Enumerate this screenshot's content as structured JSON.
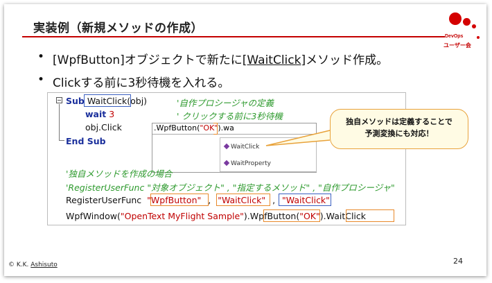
{
  "slide": {
    "title": "実装例（新規メソッドの作成）",
    "logo": {
      "line1": "DevOps",
      "line2": "ユーザー会"
    },
    "bullets": [
      {
        "pre": "[WpfButton]オブジェクトで新たに",
        "link": "[WaitClick]",
        "post": "メソッド作成。"
      },
      {
        "text": "Clickする前に3秒待機を入れる。"
      }
    ],
    "bullet_char": "•",
    "footer": {
      "copyright": "© K.K. ",
      "company": "Ashisuto"
    },
    "page_number": "24"
  },
  "code": {
    "sub_kw": "Sub",
    "sub_name": "WaitClick",
    "sub_args": "(obj)",
    "cm1": "'自作プロシージャの定義",
    "wait_kw": "wait",
    "wait_val": "3",
    "cm2": "' クリックする前に3秒待機",
    "objclick": "obj.Click",
    "end_sub": "End Sub",
    "popup_input_pre": ".WpfButton(",
    "popup_input_str": "\"OK\"",
    "popup_input_post": ").wa",
    "popup_items": [
      "WaitClick",
      "WaitProperty"
    ],
    "cm3": "'独自メソッドを作成の場合",
    "cm4": "'RegisterUserFunc \"対象オブジェクト\" , \"指定するメソッド\" , \"自作プロシージャ\"",
    "reg_kw": "RegisterUserFunc",
    "reg_a1": "\"WpfButton\"",
    "reg_a2": "\"WaitClick\"",
    "reg_a3": "\"WaitClick\"",
    "comma": ",",
    "wpf_pre": "WpfWindow(",
    "wpf_str1": "\"OpenText MyFlight Sample\"",
    "wpf_mid": ").WpfButton(",
    "wpf_str2": "\"OK\"",
    "wpf_post": ")",
    "wpf_method": ".WaitClick"
  },
  "callout": {
    "line1": "独自メソッドは定義することで",
    "line2": "予測変換にも対応！"
  },
  "colors": {
    "accent": "#c40000",
    "orange": "#e8892a",
    "blue": "#3a5fc0",
    "comment": "#2e9a2e"
  }
}
